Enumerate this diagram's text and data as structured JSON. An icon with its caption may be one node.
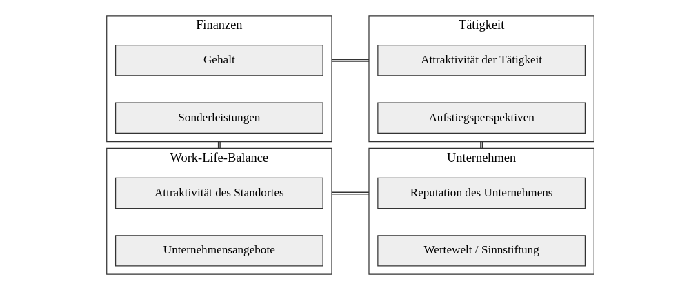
{
  "diagram": {
    "nodes": [
      {
        "text": [
          "Finanzen"
        ]
      },
      {
        "text": [
          "Gehalt"
        ],
        "in": 0
      },
      {
        "text": [
          "Sonderleistungen"
        ],
        "in": 0
      },
      {
        "text": [
          "Tätigkeit"
        ]
      },
      {
        "text": [
          "Attraktivität der Tätigkeit"
        ],
        "in": 3
      },
      {
        "text": [
          "Aufstiegsperspektiven"
        ],
        "in": 3
      },
      {
        "text": [
          "Work-Life-Balance"
        ]
      },
      {
        "text": [
          "Attraktivität des Standortes"
        ],
        "in": 6
      },
      {
        "text": [
          "Unternehmensangebote"
        ],
        "in": 6
      },
      {
        "text": [
          "Unternehmen"
        ]
      },
      {
        "text": [
          "Reputation des Unternehmens"
        ],
        "in": 9
      },
      {
        "text": [
          "Wertewelt / Sinnstiftung"
        ],
        "in": 9
      }
    ],
    "edges": [
      {
        "from": 0,
        "to": 3,
        "arrow": "none"
      },
      {
        "from": 0,
        "to": 6,
        "arrow": "none"
      },
      {
        "from": 3,
        "to": 9,
        "arrow": "none"
      },
      {
        "from": 6,
        "to": 9,
        "arrow": "none"
      }
    ]
  }
}
